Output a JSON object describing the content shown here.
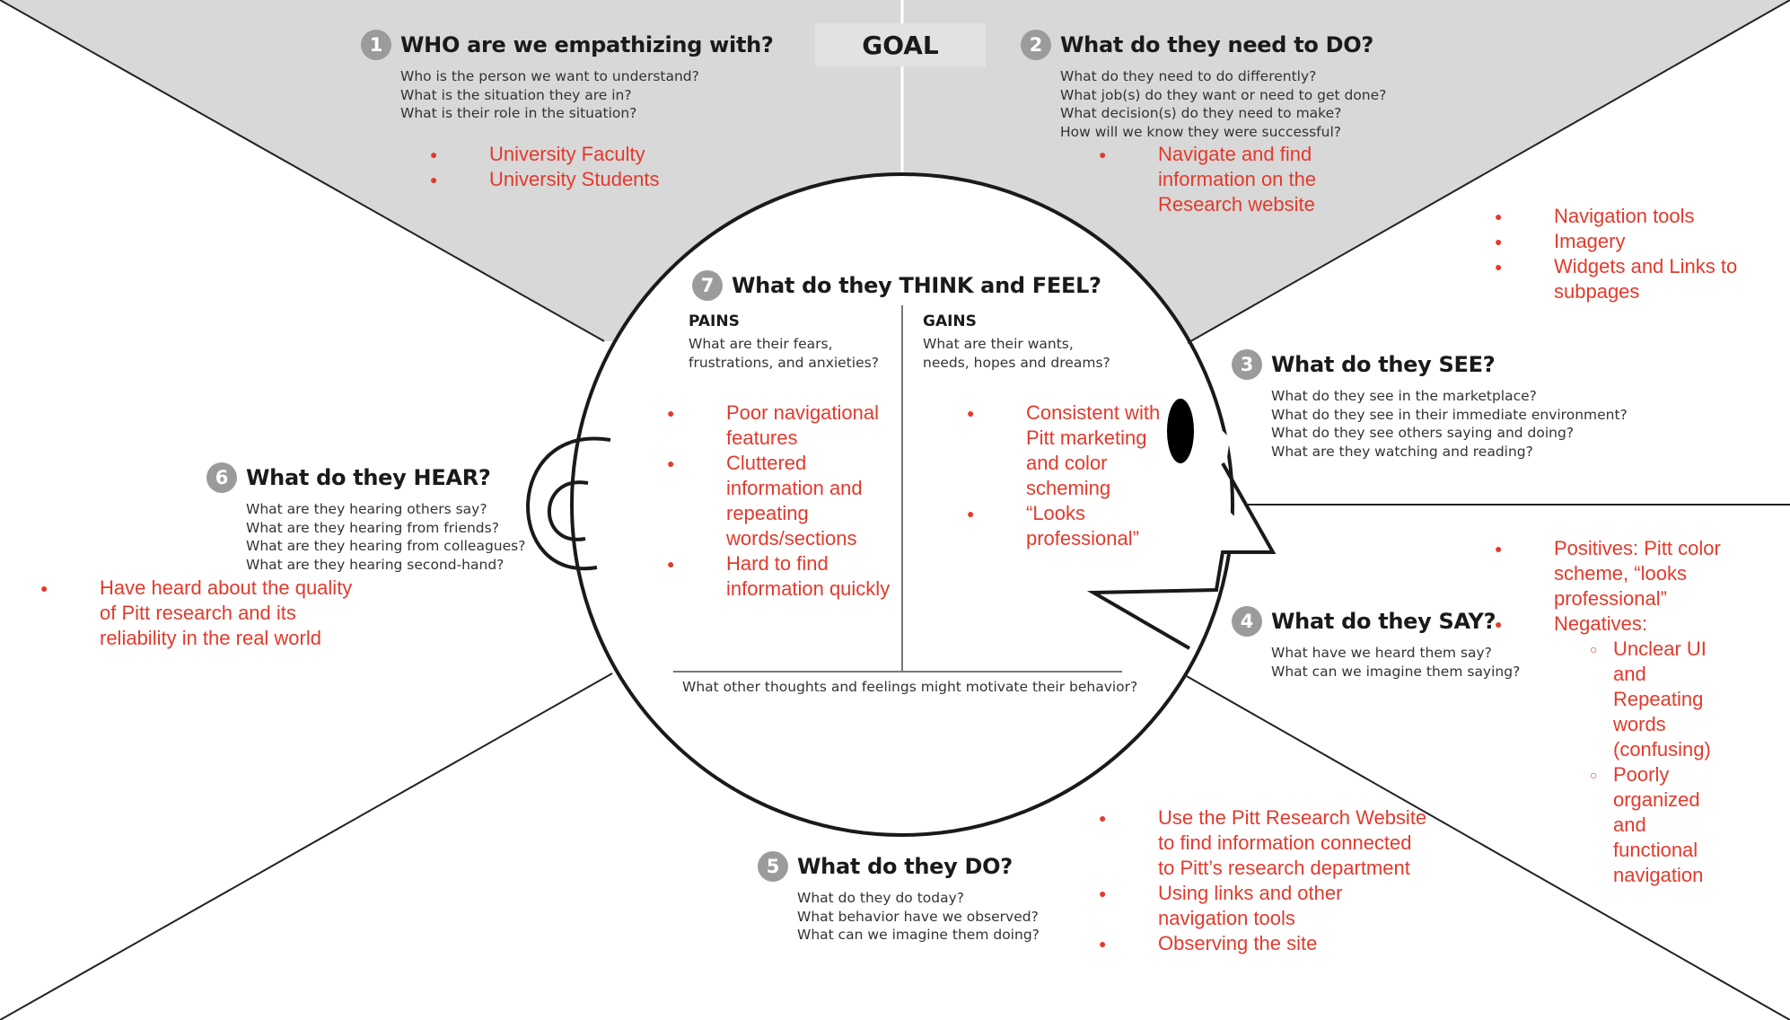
{
  "goal_label": "GOAL",
  "sections": {
    "who": {
      "number": "1",
      "title": "WHO are we empathizing with?",
      "questions": [
        "Who is the person we want to understand?",
        "What is the situation they are in?",
        "What is their role in the situation?"
      ],
      "answers": [
        "University Faculty",
        "University Students"
      ]
    },
    "do_need": {
      "number": "2",
      "title": "What do they need to DO?",
      "questions": [
        "What do they need to do differently?",
        "What job(s) do they want or need to get done?",
        "What decision(s) do they need to make?",
        "How will we know they were successful?"
      ],
      "answers": [
        "Navigate and find information on the Research website"
      ]
    },
    "see": {
      "number": "3",
      "title": "What do they SEE?",
      "questions": [
        "What do they see in the marketplace?",
        "What do they see in their immediate environment?",
        "What do they see others saying and doing?",
        "What are they watching and reading?"
      ],
      "answers": [
        "Navigation tools",
        "Imagery",
        "Widgets and Links to subpages"
      ]
    },
    "say": {
      "number": "4",
      "title": "What do they SAY?",
      "questions": [
        "What have we heard them say?",
        "What can we imagine them saying?"
      ],
      "answers": {
        "positives": "Positives: Pitt color scheme, “looks professional”",
        "negatives_label": "Negatives:",
        "negatives": [
          "Unclear UI and Repeating words (confusing)",
          "Poorly organized and functional navigation"
        ]
      }
    },
    "do": {
      "number": "5",
      "title": "What do they DO?",
      "questions": [
        "What do they do today?",
        "What behavior have we observed?",
        "What can we imagine them doing?"
      ],
      "answers": [
        "Use the Pitt Research Website to find information connected to Pitt’s research department",
        "Using links and other navigation tools",
        "Observing the site"
      ]
    },
    "hear": {
      "number": "6",
      "title": "What do they HEAR?",
      "questions": [
        "What are they hearing others say?",
        "What are they hearing from friends?",
        "What are they hearing from colleagues?",
        "What are they hearing second-hand?"
      ],
      "answers": [
        "Have heard about the quality of Pitt research and its reliability in the real world"
      ]
    },
    "think": {
      "number": "7",
      "title": "What do they THINK and FEEL?",
      "pains": {
        "heading": "PAINS",
        "questions": [
          "What are their fears,",
          "frustrations, and anxieties?"
        ],
        "answers": [
          "Poor navigational features",
          "Cluttered information and repeating words/sections",
          "Hard to find information quickly"
        ]
      },
      "gains": {
        "heading": "GAINS",
        "questions": [
          "What are their wants,",
          "needs, hopes and dreams?"
        ],
        "answers": [
          "Consistent with Pitt marketing and color scheming",
          "“Looks professional”"
        ]
      },
      "bottom_question": "What other thoughts and feelings might motivate their behavior?"
    }
  },
  "colors": {
    "accent_red": "#e23a2c",
    "shade_gray": "#d8d8d8",
    "badge_gray": "#9b9b9b",
    "line": "#222222"
  }
}
